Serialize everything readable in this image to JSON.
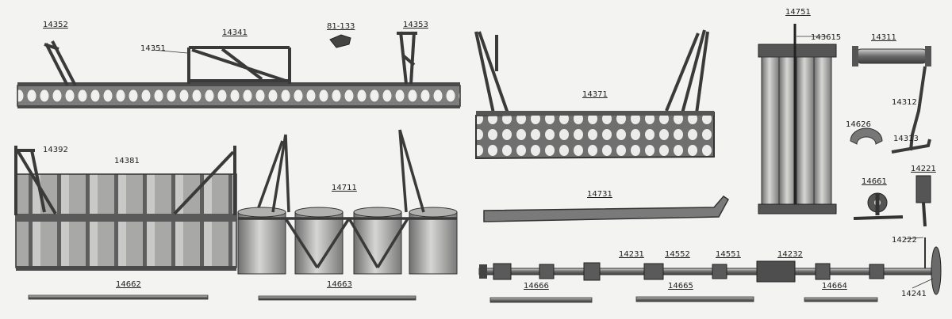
{
  "colors": {
    "paper": "#f3f3f1",
    "ink": "#1e1e1e",
    "metal": "#8b8b8b",
    "metal_dark": "#4a4a4a",
    "metal_light": "#c8c8c6"
  },
  "labels": [
    {
      "id": "14352",
      "text": "14352"
    },
    {
      "id": "14351",
      "text": "14351"
    },
    {
      "id": "14341",
      "text": "14341"
    },
    {
      "id": "81-133",
      "text": "81-133"
    },
    {
      "id": "14353",
      "text": "14353"
    },
    {
      "id": "14371",
      "text": "14371"
    },
    {
      "id": "14751",
      "text": "14751"
    },
    {
      "id": "143615",
      "text": "143615"
    },
    {
      "id": "14311",
      "text": "14311"
    },
    {
      "id": "14312",
      "text": "14312"
    },
    {
      "id": "14626",
      "text": "14626"
    },
    {
      "id": "14313",
      "text": "14313"
    },
    {
      "id": "14661",
      "text": "14661"
    },
    {
      "id": "14221",
      "text": "14221"
    },
    {
      "id": "14392",
      "text": "14392"
    },
    {
      "id": "14381",
      "text": "14381"
    },
    {
      "id": "14711",
      "text": "14711"
    },
    {
      "id": "14731",
      "text": "14731"
    },
    {
      "id": "14222",
      "text": "14222"
    },
    {
      "id": "14231",
      "text": "14231"
    },
    {
      "id": "14552",
      "text": "14552"
    },
    {
      "id": "14551",
      "text": "14551"
    },
    {
      "id": "14232",
      "text": "14232"
    },
    {
      "id": "14662",
      "text": "14662"
    },
    {
      "id": "14663",
      "text": "14663"
    },
    {
      "id": "14666",
      "text": "14666"
    },
    {
      "id": "14665",
      "text": "14665"
    },
    {
      "id": "14664",
      "text": "14664"
    },
    {
      "id": "14241",
      "text": "14241"
    }
  ]
}
